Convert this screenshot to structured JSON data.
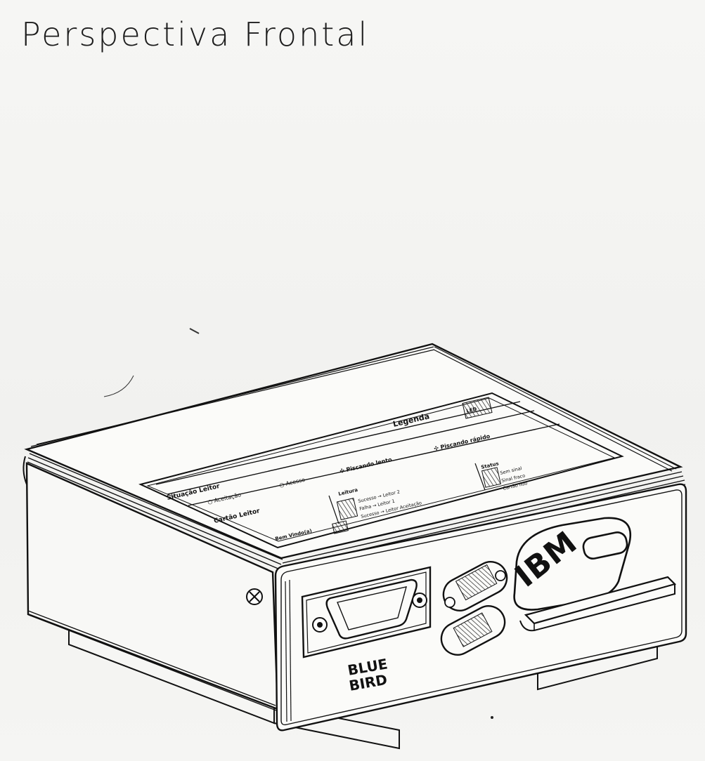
{
  "page": {
    "title": "Perspectiva Frontal"
  },
  "device": {
    "brand": "IBM",
    "port_label_line1": "BLUE",
    "port_label_line2": "BIRD"
  },
  "top_label": {
    "header": "Legenda",
    "legend_small": "LED",
    "row1_title": "Situação Leitor",
    "row1_items": [
      "○ Aceitação",
      "○ Acesso",
      "✣ Piscando lento",
      "✣ Piscando rápido"
    ],
    "row2_title": "Cartão Leitor",
    "row2_mid_title": "Leitura",
    "row2_mid_items": [
      "Sucesso → Leitor 2",
      "Falha → Leitor 1",
      "Sucesso → Leitor Aceitação"
    ],
    "row2_right_title": "Status",
    "row2_right_items": [
      "Sem sinal",
      "Sinal fraco",
      "Cartão lido"
    ],
    "footer": "Bem Vindo(a)"
  }
}
